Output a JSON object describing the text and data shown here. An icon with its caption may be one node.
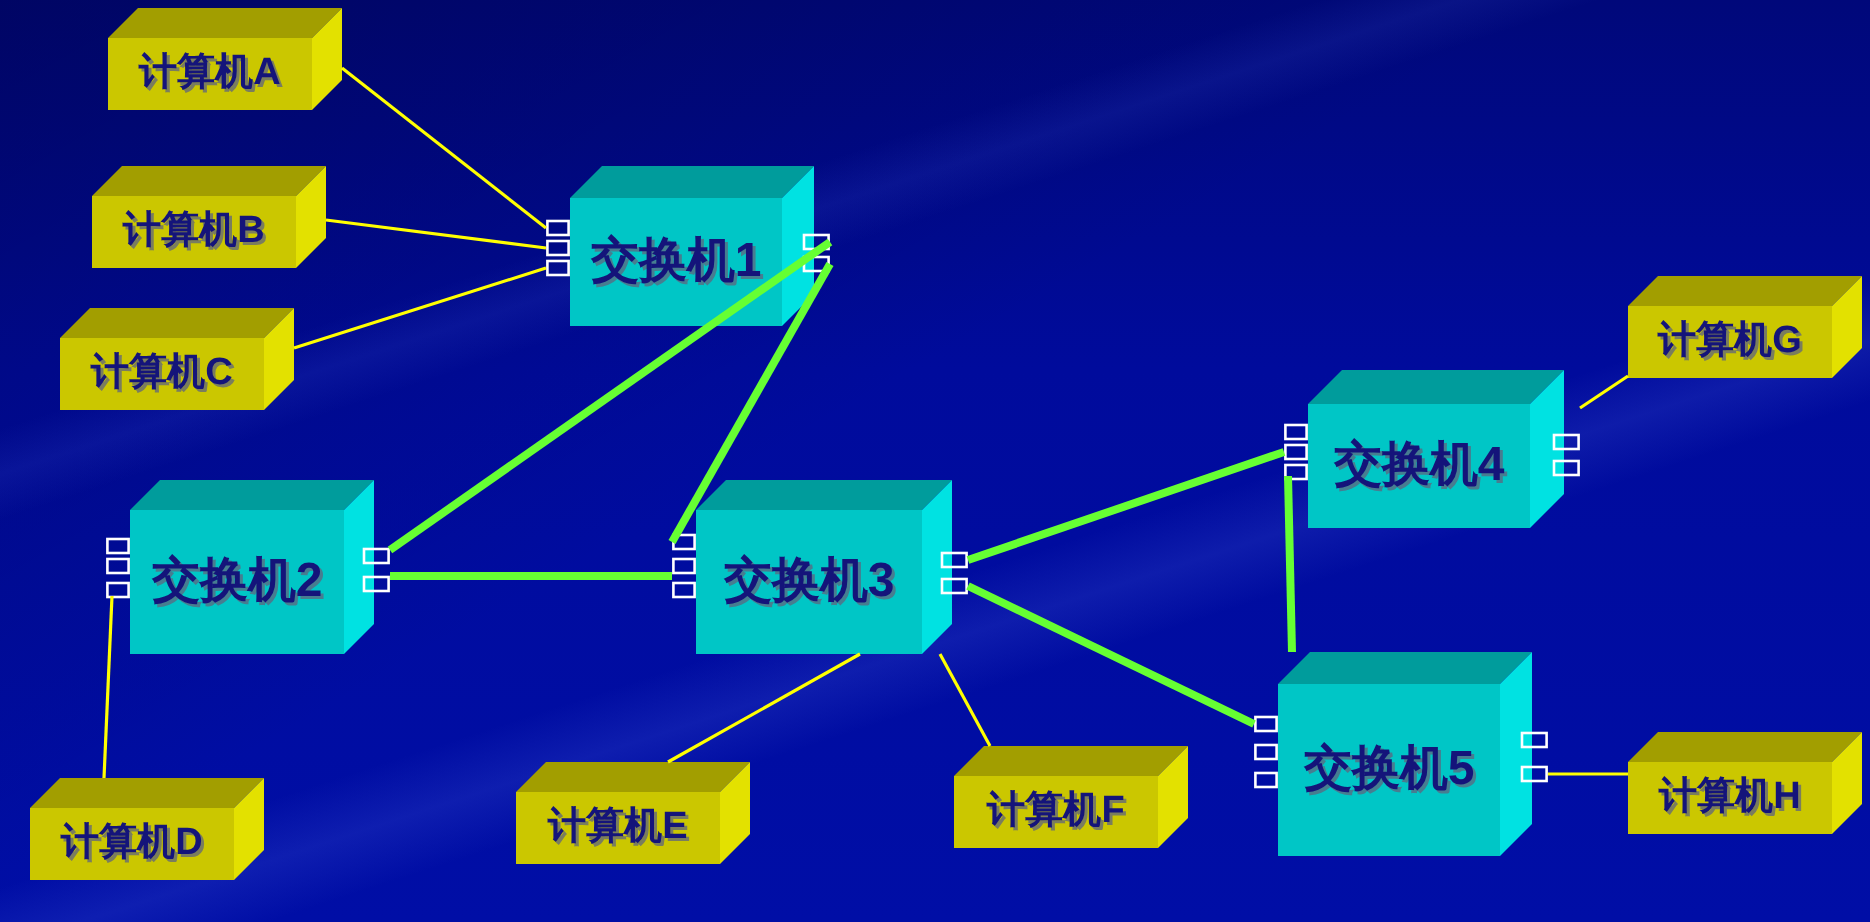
{
  "diagram": {
    "nodes": [
      {
        "text": [
          "计算机A"
        ]
      },
      {
        "text": [
          "计算机B"
        ]
      },
      {
        "text": [
          "交换机1"
        ]
      },
      {
        "text": [
          "计算机C"
        ]
      },
      {
        "text": [
          "计算机G"
        ]
      },
      {
        "text": [
          "交换机4"
        ]
      },
      {
        "text": [
          "交换机2"
        ]
      },
      {
        "text": [
          "交换机3"
        ]
      },
      {
        "text": [
          "交换机5"
        ]
      },
      {
        "text": [
          "计算机H"
        ]
      },
      {
        "text": [
          "计算机D"
        ]
      },
      {
        "text": [
          "计算机E"
        ]
      },
      {
        "text": [
          "计算机F"
        ]
      }
    ],
    "edges": [
      {
        "from": 0,
        "to": 2,
        "arrow": "none"
      },
      {
        "from": 1,
        "to": 2,
        "arrow": "none"
      },
      {
        "from": 3,
        "to": 2,
        "arrow": "none"
      },
      {
        "from": 2,
        "to": 6,
        "arrow": "none",
        "style": "thick",
        "color": "#66ff33"
      },
      {
        "from": 2,
        "to": 7,
        "arrow": "none",
        "style": "thick",
        "color": "#66ff33"
      },
      {
        "from": 6,
        "to": 7,
        "arrow": "none",
        "style": "thick",
        "color": "#66ff33"
      },
      {
        "from": 6,
        "to": 10,
        "arrow": "none"
      },
      {
        "from": 7,
        "to": 11,
        "arrow": "none"
      },
      {
        "from": 7,
        "to": 12,
        "arrow": "none"
      },
      {
        "from": 7,
        "to": 5,
        "arrow": "none",
        "style": "thick",
        "color": "#66ff33"
      },
      {
        "from": 7,
        "to": 8,
        "arrow": "none",
        "style": "thick",
        "color": "#66ff33"
      },
      {
        "from": 5,
        "to": 8,
        "arrow": "none",
        "style": "thick",
        "color": "#66ff33"
      },
      {
        "from": 5,
        "to": 4,
        "arrow": "none"
      },
      {
        "from": 8,
        "to": 9,
        "arrow": "none"
      }
    ]
  }
}
